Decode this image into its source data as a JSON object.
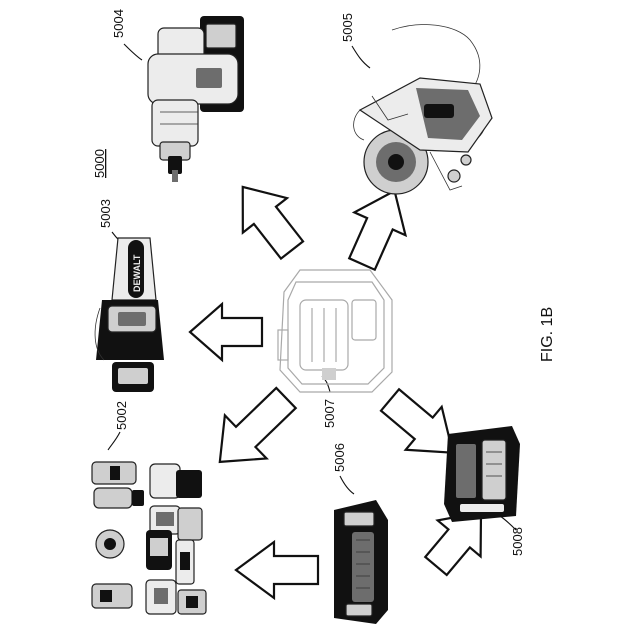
{
  "figure": {
    "caption": "FIG. 1B",
    "system_ref": "5000"
  },
  "components": [
    {
      "ref": "5002",
      "depicts": "power tool set"
    },
    {
      "ref": "5003",
      "depicts": "chainsaw"
    },
    {
      "ref": "5004",
      "depicts": "rotary hammer"
    },
    {
      "ref": "5005",
      "depicts": "cut-off saw"
    },
    {
      "ref": "5006",
      "depicts": "battery pack"
    },
    {
      "ref": "5007",
      "depicts": "battery pack (central)"
    },
    {
      "ref": "5008",
      "depicts": "charger"
    }
  ],
  "colors": {
    "ink": "#111111",
    "paper": "#ffffff",
    "ghost": "#a9a9a9"
  }
}
